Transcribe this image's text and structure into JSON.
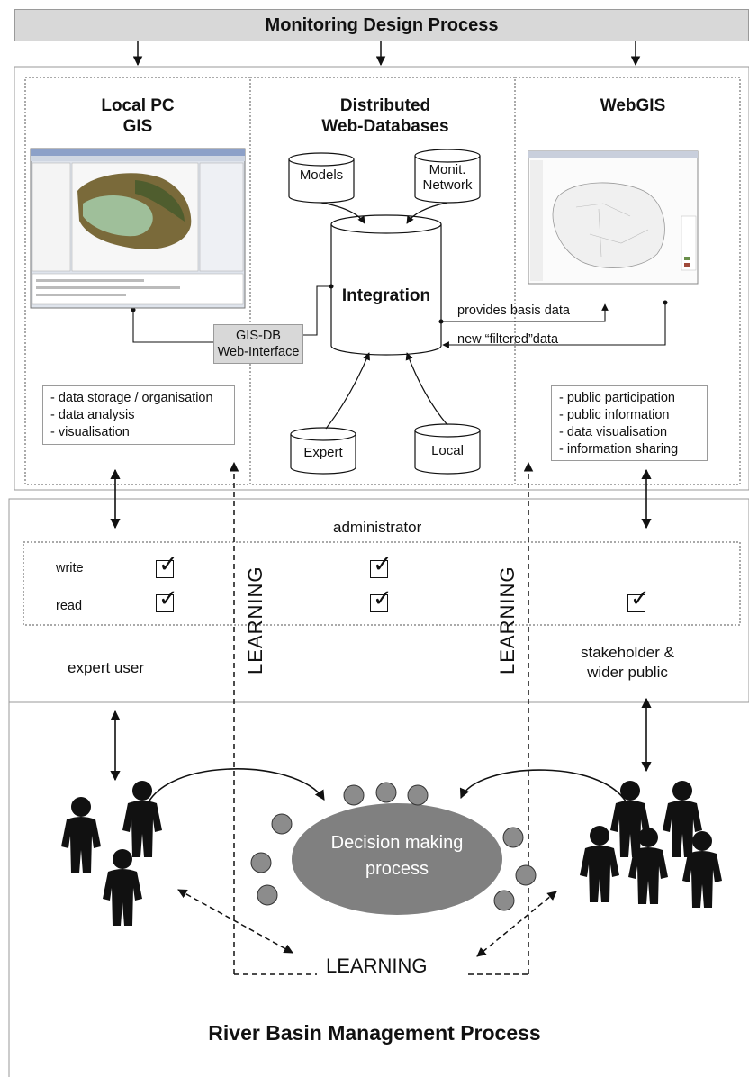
{
  "header": {
    "title": "Monitoring Design Process"
  },
  "columns": {
    "local": {
      "title_line1": "Local PC",
      "title_line2": "GIS",
      "functions": [
        "- data storage / organisation",
        "- data analysis",
        "- visualisation"
      ]
    },
    "databases": {
      "title_line1": "Distributed",
      "title_line2": "Web-Databases"
    },
    "webgis": {
      "title": "WebGIS",
      "functions": [
        "- public participation",
        "- public information",
        "- data visualisation",
        "- information sharing"
      ]
    }
  },
  "cylinders": {
    "models": "Models",
    "monit_line1": "Monit.",
    "monit_line2": "Network",
    "integration": "Integration",
    "expert": "Expert",
    "local": "Local"
  },
  "gis_db": {
    "line1": "GIS-DB",
    "line2": "Web-Interface"
  },
  "flows": {
    "provides": "provides basis data",
    "filtered": "new “filtered”data"
  },
  "access": {
    "title": "administrator",
    "write_label": "write",
    "read_label": "read",
    "expert_user": "expert user",
    "stakeholder_line1": "stakeholder &",
    "stakeholder_line2": "wider public"
  },
  "learning": {
    "vertical_left": "LEARNING",
    "vertical_right": "LEARNING",
    "bottom": "LEARNING"
  },
  "decision": {
    "line1": "Decision making",
    "line2": "process"
  },
  "footer": {
    "title": "River Basin Management Process"
  },
  "colors": {
    "banner": "#d8d8d8",
    "ellipse": "#808080",
    "dot": "#8c8c8c",
    "people": "#111111"
  }
}
